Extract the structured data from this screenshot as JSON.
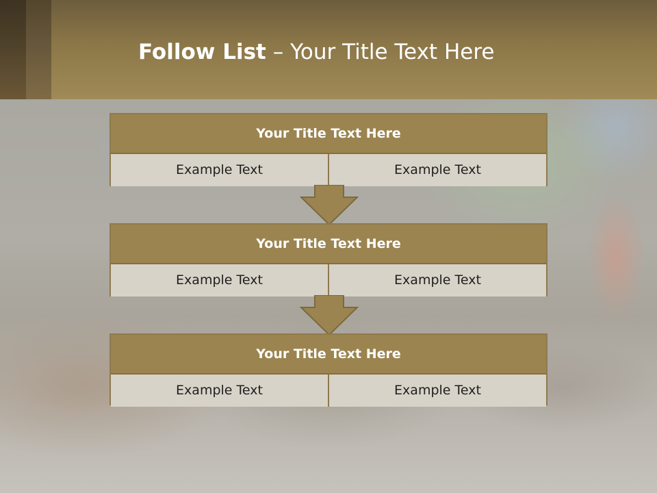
{
  "slide": {
    "title_bold": "Follow List",
    "title_rest": " – Your Title Text Here"
  },
  "steps": [
    {
      "title": "Your Title Text Here",
      "left": "Example Text",
      "right": "Example Text"
    },
    {
      "title": "Your Title Text Here",
      "left": "Example Text",
      "right": "Example Text"
    },
    {
      "title": "Your Title Text Here",
      "left": "Example Text",
      "right": "Example Text"
    }
  ],
  "colors": {
    "accent": "#9b8450",
    "cell_bg": "#d8d3c8",
    "title_text": "#ffffff"
  }
}
